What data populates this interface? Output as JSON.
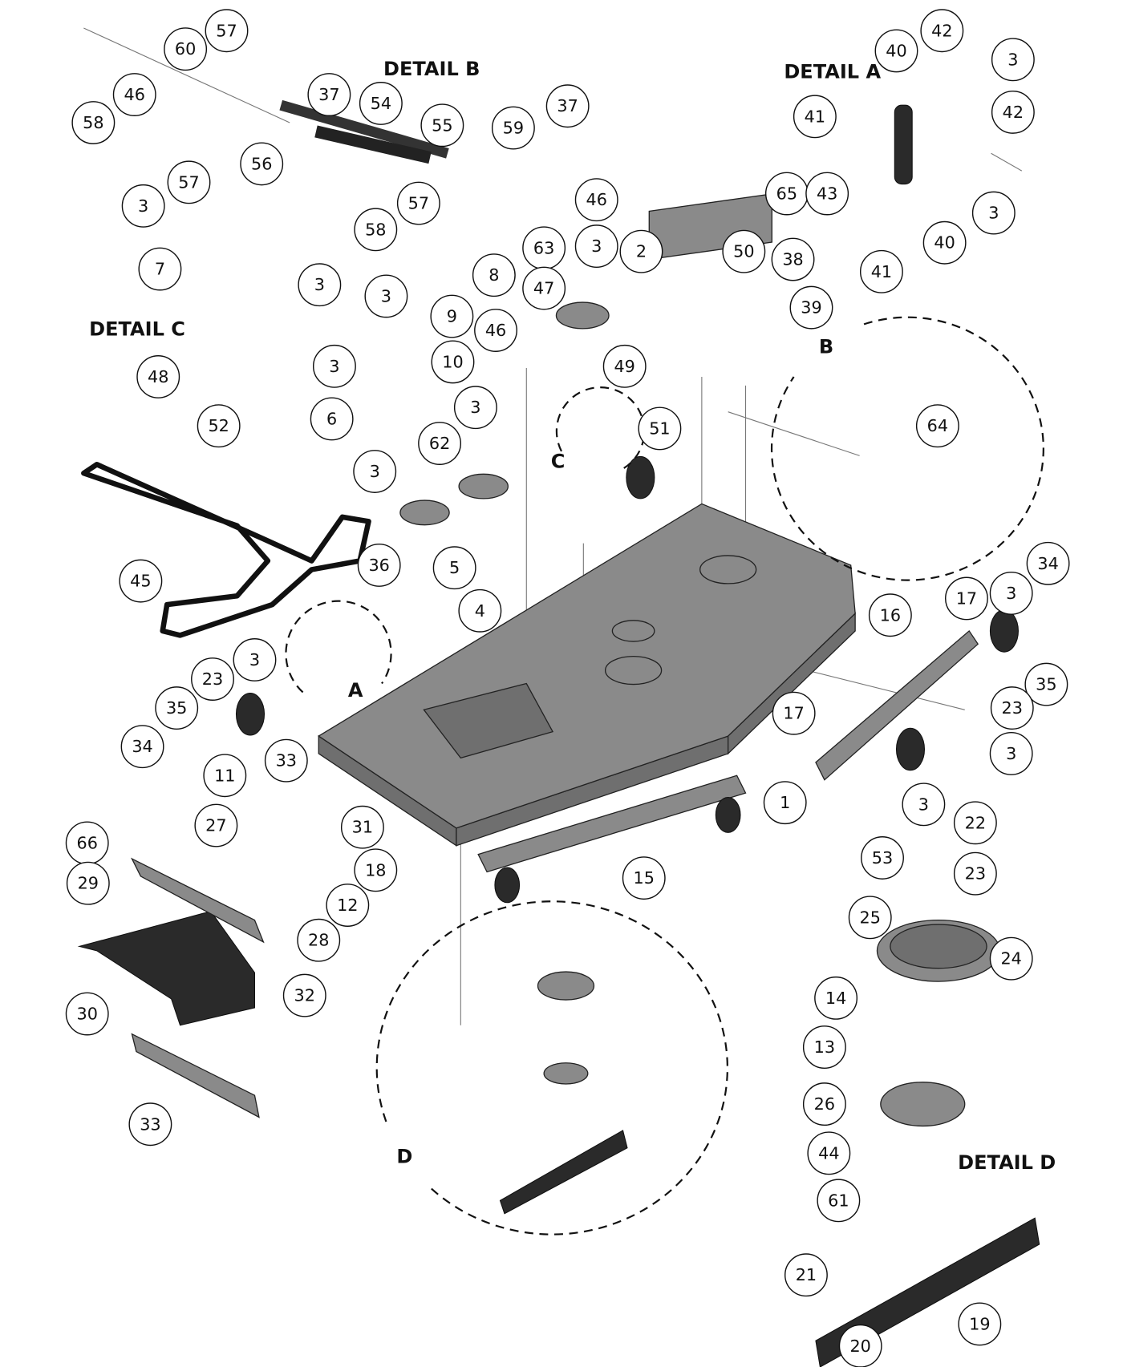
{
  "detail_labels": {
    "b": "DETAIL B",
    "a": "DETAIL A",
    "c": "DETAIL C",
    "d": "DETAIL D"
  },
  "view_letters": {
    "a": "A",
    "b": "B",
    "c": "C",
    "d": "D"
  },
  "callouts": [
    "57",
    "60",
    "46",
    "58",
    "3",
    "57",
    "37",
    "54",
    "56",
    "55",
    "59",
    "37",
    "57",
    "46",
    "58",
    "3",
    "63",
    "3",
    "2",
    "8",
    "47",
    "9",
    "46",
    "49",
    "10",
    "3",
    "62",
    "3",
    "36",
    "5",
    "4",
    "7",
    "3",
    "48",
    "3",
    "52",
    "6",
    "45",
    "50",
    "38",
    "39",
    "51",
    "64",
    "40",
    "42",
    "3",
    "41",
    "42",
    "65",
    "43",
    "3",
    "40",
    "41",
    "34",
    "17",
    "3",
    "16",
    "35",
    "23",
    "3",
    "17",
    "3",
    "1",
    "3",
    "23",
    "35",
    "34",
    "11",
    "33",
    "27",
    "31",
    "18",
    "12",
    "66",
    "29",
    "28",
    "32",
    "30",
    "33",
    "15",
    "22",
    "53",
    "23",
    "25",
    "24",
    "14",
    "13",
    "26",
    "44",
    "61",
    "21",
    "19",
    "20"
  ],
  "colors": {
    "deck": "#8a8a8a",
    "deck_side": "#6f6f6f",
    "dark_parts": "#2a2a2a",
    "lines": "#111111"
  }
}
